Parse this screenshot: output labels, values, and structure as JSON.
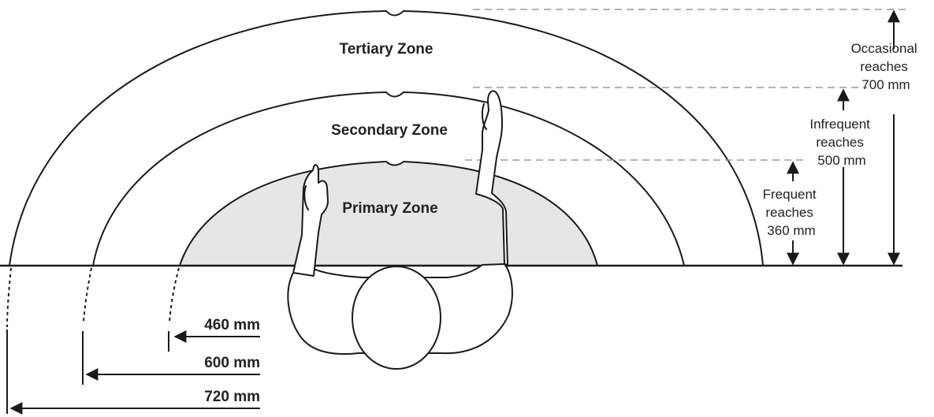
{
  "zones": {
    "tertiary": "Tertiary Zone",
    "secondary": "Secondary Zone",
    "primary": "Primary Zone"
  },
  "reaches": {
    "occasional": [
      "Occasional",
      "reaches",
      "700 mm"
    ],
    "infrequent": [
      "Infrequent",
      "reaches",
      "500 mm"
    ],
    "frequent": [
      "Frequent",
      "reaches",
      "360 mm"
    ]
  },
  "widths": {
    "primary": "460 mm",
    "secondary": "600 mm",
    "tertiary": "720 mm"
  },
  "colors": {
    "line": "#1a1a1a",
    "primary_fill": "#e6e6e6",
    "dash": "#9a9a9a"
  }
}
